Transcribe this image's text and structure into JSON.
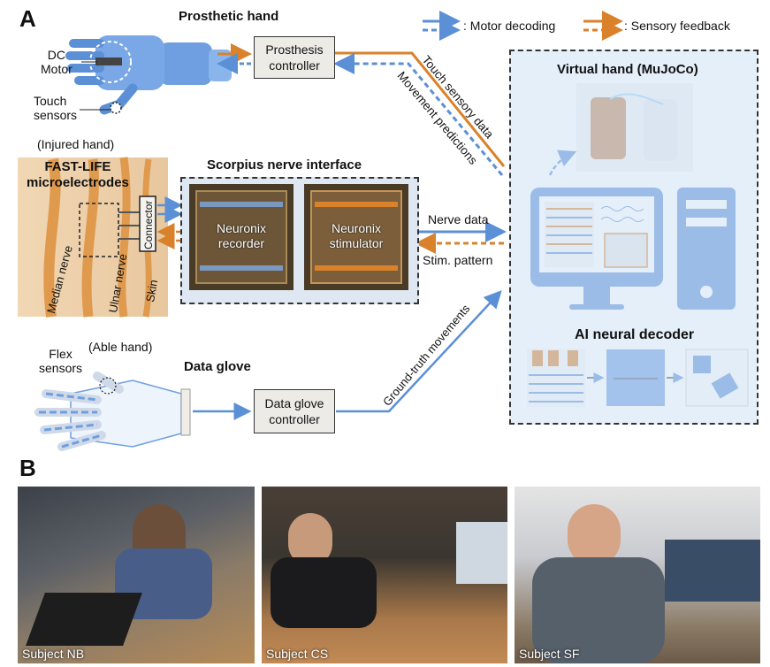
{
  "panels": {
    "a_label": "A",
    "b_label": "B"
  },
  "legend": {
    "motor_decoding": ": Motor decoding",
    "sensory_feedback": ": Sensory feedback",
    "colors": {
      "motor": "#5b8fd6",
      "sensory": "#d9822b"
    }
  },
  "prosthesis": {
    "title": "Prosthetic hand",
    "dc_motor": "DC\nMotor",
    "touch_sensors": "Touch\nsensors",
    "controller": "Prosthesis\ncontroller"
  },
  "injured": {
    "label": "(Injured hand)",
    "title": "FAST-LIFE\nmicroelectrodes",
    "connector": "Connector",
    "median": "Median nerve",
    "ulnar": "Ulnar nerve",
    "skin": "Skin"
  },
  "scorpius": {
    "title": "Scorpius nerve interface",
    "recorder": "Neuronix\nrecorder",
    "stimulator": "Neuronix\nstimulator"
  },
  "flows": {
    "touch_data": "Touch sensory data",
    "movement_predictions": "Movement predictions",
    "nerve_data": "Nerve data",
    "stim_pattern": "Stim. pattern",
    "ground_truth": "Ground-truth movements"
  },
  "glove": {
    "able": "(Able hand)",
    "flex": "Flex\nsensors",
    "title": "Data glove",
    "controller": "Data glove\ncontroller"
  },
  "virtual": {
    "title": "Virtual hand (MuJoCo)",
    "decoder": "AI neural decoder"
  },
  "subjects": [
    "Subject NB",
    "Subject CS",
    "Subject SF"
  ]
}
